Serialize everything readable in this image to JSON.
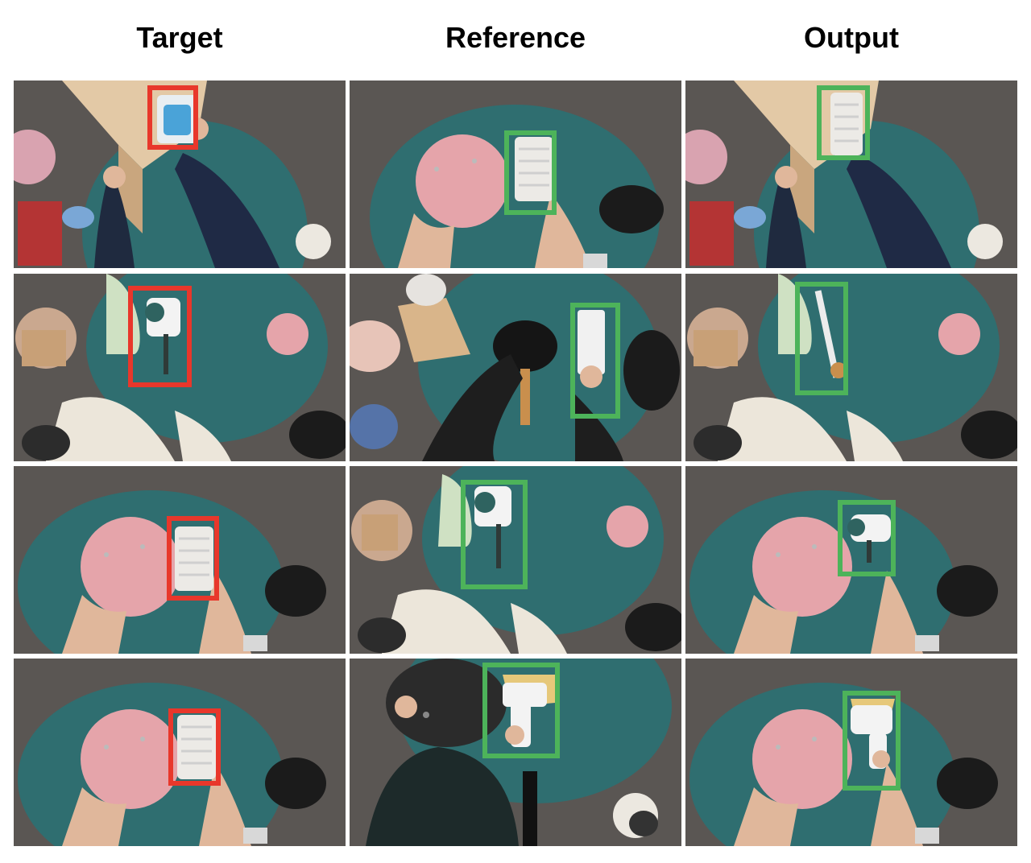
{
  "headers": {
    "target": "Target",
    "reference": "Reference",
    "output": "Output"
  },
  "colors": {
    "target_box": "#e8372b",
    "match_box": "#4db35a",
    "table": "#2f6e70",
    "floor": "#5f5b57"
  },
  "rows": [
    {
      "target": {
        "scene": "drawer-wardrobe",
        "object": "blue-sponge-brush"
      },
      "reference": {
        "scene": "pink-helmet",
        "object": "white-scrub-brush"
      },
      "output": {
        "scene": "drawer-wardrobe",
        "object": "white-scrub-brush"
      }
    },
    {
      "target": {
        "scene": "kitchen-pans",
        "object": "lint-roller"
      },
      "reference": {
        "scene": "frying-pan",
        "object": "white-spatula"
      },
      "output": {
        "scene": "kitchen-pans",
        "object": "white-spatula"
      }
    },
    {
      "target": {
        "scene": "pink-helmet",
        "object": "white-scrub-brush"
      },
      "reference": {
        "scene": "kitchen-pans",
        "object": "lint-roller"
      },
      "output": {
        "scene": "pink-helmet",
        "object": "lint-roller"
      }
    },
    {
      "target": {
        "scene": "pink-helmet",
        "object": "white-scrub-brush"
      },
      "reference": {
        "scene": "black-pan-lid",
        "object": "handheld-vacuum"
      },
      "output": {
        "scene": "pink-helmet",
        "object": "handheld-vacuum"
      }
    }
  ]
}
